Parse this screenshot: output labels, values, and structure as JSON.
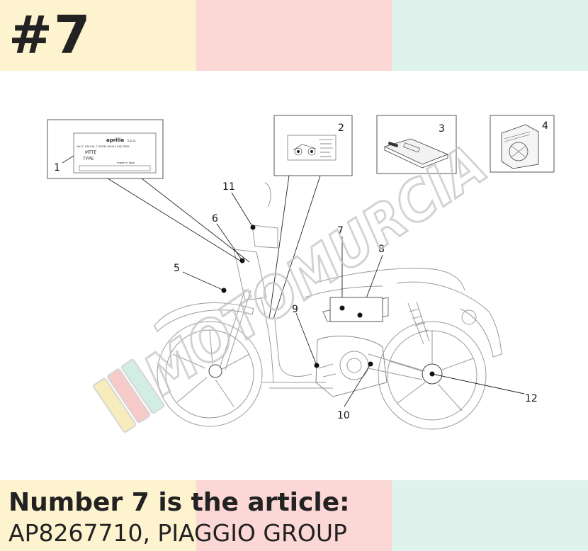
{
  "header": {
    "number": "#7",
    "colors": [
      "#fdf3cf",
      "#fbd7d5",
      "#dff2eb"
    ]
  },
  "footer": {
    "line1": "Number 7 is the article:",
    "line2": "AP8267710, PIAGGIO GROUP"
  },
  "label_box": {
    "brand": "aprilia",
    "suffix": "s.p.a.",
    "address": "Via G. GALILEI, 1 30033 NOALE (VE) ITALY",
    "field1": "MTTE",
    "field2": "TYPE:",
    "made_in": "made in Italy"
  },
  "callouts": [
    "1",
    "2",
    "3",
    "4",
    "5",
    "6",
    "7",
    "8",
    "9",
    "10",
    "11",
    "12"
  ],
  "watermark": {
    "text": "MOTOMURCIA",
    "colors": [
      "#f5e7a6",
      "#f4b9b7",
      "#c6e7d9"
    ]
  }
}
